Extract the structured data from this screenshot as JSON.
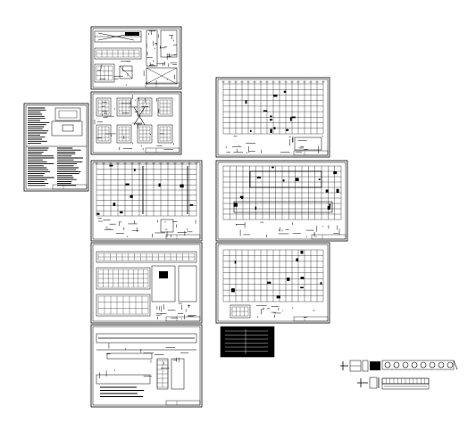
{
  "drawing": {
    "background": "#ffffff",
    "ink": "#000000",
    "sheets": [
      {
        "id": "sheet-cover-notes",
        "kind": "notes"
      },
      {
        "id": "sheet-elevation-sections",
        "kind": "elevation"
      },
      {
        "id": "sheet-node-details",
        "kind": "details"
      },
      {
        "id": "sheet-plan-a",
        "kind": "grid-plan"
      },
      {
        "id": "sheet-section-elevation",
        "kind": "sections"
      },
      {
        "id": "sheet-long-section",
        "kind": "long-section"
      },
      {
        "id": "sheet-plan-b",
        "kind": "grid-plan"
      },
      {
        "id": "sheet-plan-c",
        "kind": "grid-plan"
      },
      {
        "id": "sheet-plan-d",
        "kind": "grid-plan"
      },
      {
        "id": "sheet-title-block-black",
        "kind": "title-block"
      },
      {
        "id": "sheet-detail-strip-top",
        "kind": "strip"
      },
      {
        "id": "sheet-detail-strip-bottom",
        "kind": "strip"
      }
    ]
  }
}
